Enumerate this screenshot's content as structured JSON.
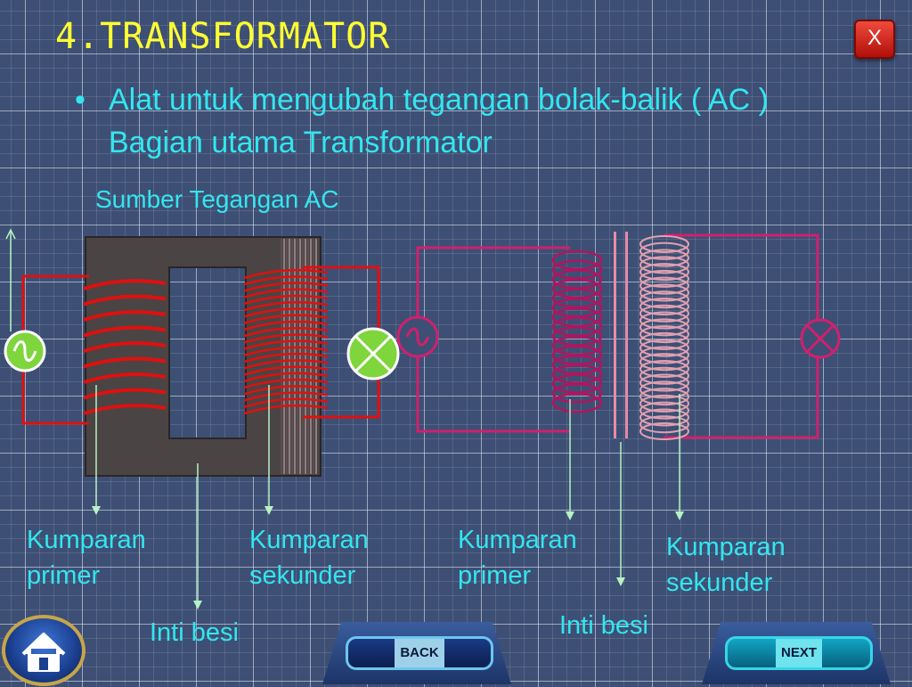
{
  "title": "4.TRANSFORMATOR",
  "close_label": "X",
  "bullet": {
    "marker": "•",
    "line1": "Alat untuk mengubah tegangan bolak-balik ( AC )",
    "line2": "Bagian utama Transformator"
  },
  "source_label": "Sumber Tegangan AC",
  "left_diagram": {
    "primary_coil_label": [
      "Kumparan",
      "primer"
    ],
    "secondary_coil_label": [
      "Kumparan",
      "sekunder"
    ],
    "core_label": "Inti besi"
  },
  "right_diagram": {
    "primary_coil_label": [
      "Kumparan",
      "primer"
    ],
    "secondary_coil_label": [
      "Kumparan",
      "sekunder"
    ],
    "core_label": "Inti besi"
  },
  "nav": {
    "back_label": "BACK",
    "next_label": "NEXT"
  },
  "colors": {
    "title": "#ffff33",
    "text": "#33e6ef",
    "wire_left": "#e01010",
    "wire_right": "#d0206e",
    "core": "#4a4444",
    "lamp_green": "#7ed53c"
  },
  "icons": [
    "ac-source-icon",
    "lamp-icon",
    "home-icon",
    "close-icon"
  ]
}
